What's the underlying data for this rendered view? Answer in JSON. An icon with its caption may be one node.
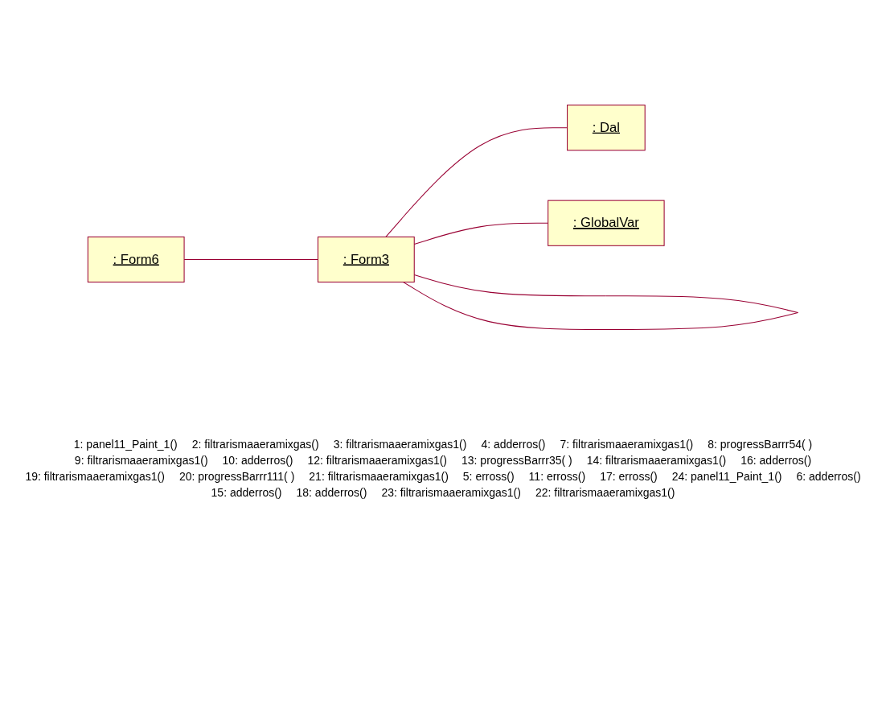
{
  "diagram": {
    "nodes": [
      {
        "text": [
          ": Form6"
        ]
      },
      {
        "text": [
          ": Form3"
        ]
      },
      {
        "text": [
          ": Dal"
        ]
      },
      {
        "text": [
          ": GlobalVar"
        ]
      }
    ],
    "edges": [
      {
        "from": 1,
        "to": 1,
        "arrow": "none"
      },
      {
        "from": 0,
        "to": 1,
        "arrow": "none"
      },
      {
        "from": 1,
        "to": 2,
        "arrow": "none"
      },
      {
        "from": 1,
        "to": 3,
        "arrow": "none"
      }
    ],
    "labels": [
      "1: panel11_Paint_1()",
      "2: filtrarismaaeramixgas()",
      "3: filtrarismaaeramixgas1()",
      "4: adderros()",
      "7: filtrarismaaeramixgas1()",
      "8: progressBarrr54( )",
      "9: filtrarismaaeramixgas1()",
      "10: adderros()",
      "12: filtrarismaaeramixgas1()",
      "13: progressBarrr35( )",
      "14: filtrarismaaeramixgas1()",
      "16: adderros()",
      "19: filtrarismaaeramixgas1()",
      "20: progressBarrr111( )",
      "21: filtrarismaaeramixgas1()",
      "5: erross()",
      "11: erross()",
      "17: erross()",
      "24: panel11_Paint_1()",
      "6: adderros()",
      "15: adderros()",
      "18: adderros()",
      "23: filtrarismaaeramixgas1()",
      "22: filtrarismaaeramixgas1()"
    ]
  }
}
